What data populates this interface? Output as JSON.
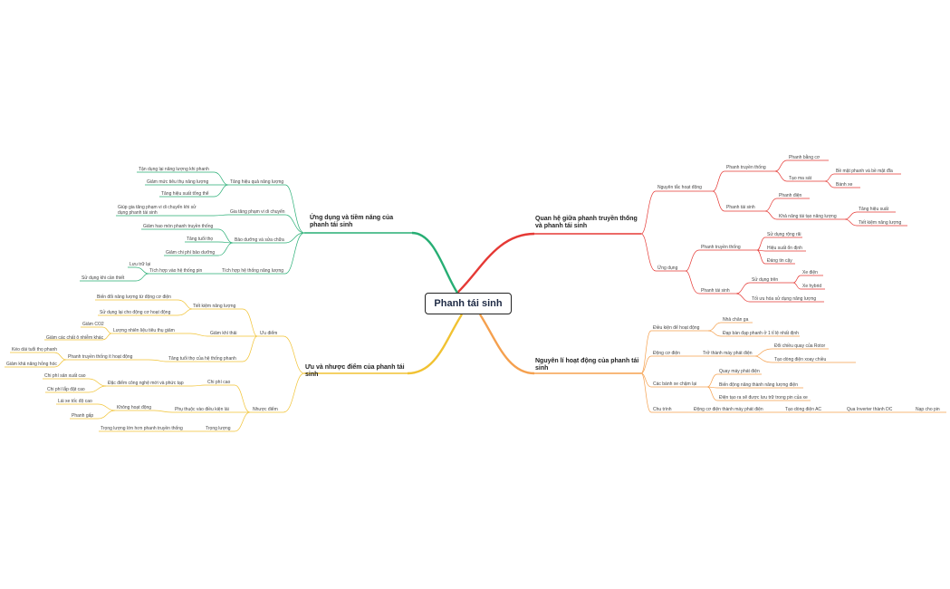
{
  "root": "Phanh tái sinh",
  "colors": {
    "red": "#e53935",
    "orange": "#f5a04e",
    "yellow": "#f1c232",
    "green": "#27ae74"
  },
  "branches": {
    "rel": {
      "title": "Quan hệ giữa phanh truyền thống và phanh tái sinh",
      "principle": "Nguyên tắc hoạt động",
      "trad1": "Phanh truyền thống",
      "pad": "Phanh bằng cơ",
      "friction": "Tạo ma sát",
      "disc": "Bề mặt phanh và bề mặt đĩa",
      "wheel": "Bánh xe",
      "regen1": "Phanh tái sinh",
      "electric": "Phanh điện",
      "genergy": "Khả năng tái tạo năng lượng",
      "eff": "Tăng hiệu suất",
      "save": "Tiết kiệm năng lượng",
      "apply": "Ứng dụng",
      "trad2": "Phanh truyền thống",
      "common": "Sử dụng rộng rãi",
      "stable": "Hiệu suất ổn định",
      "reliable": "Đáng tin cậy",
      "regen2": "Phanh tái sinh",
      "usedin": "Sử dụng trên",
      "ev": "Xe điện",
      "hybrid": "Xe hybrid",
      "opt": "Tối ưu hóa sử dụng năng lượng"
    },
    "prin": {
      "title": "Nguyên lí hoạt động của phanh tái sinh",
      "cond": "Điều kiện để hoạt động",
      "release": "Nhả chân ga",
      "press": "Đạp bàn đạp phanh ở 1 tỉ lệ nhất định",
      "motor": "Động cơ điện",
      "gen": "Trở thành máy phát điện",
      "reverse": "Đổi chiều quay của Rotor",
      "ac": "Tạo dòng điện xoay chiều",
      "slow": "Các bánh xe chậm lại",
      "spin": "Quay máy phát điện",
      "conv": "Biến động năng thành năng lượng điện",
      "storeIt": "Điện tạo ra sẽ được lưu trữ trong pin của xe",
      "cycle": "Chu trình",
      "c1": "Động cơ điện thành máy phát điện",
      "c2": "Tạo dòng điện AC",
      "c3": "Qua Inverter thành DC",
      "c4": "Nạp cho pin"
    },
    "pros": {
      "title": "Ưu và nhược điểm của phanh tái sinh",
      "adv": "Ưu điểm",
      "saveE": "Tiết kiệm năng lượng",
      "a1": "Biến đổi năng lượng từ động cơ điện",
      "a2": "Sử dụng lại cho động cơ hoạt động",
      "emis": "Giảm khí thải",
      "fuel": "Lượng nhiên liệu tiêu thụ giảm",
      "co2": "Giảm CO2",
      "poll": "Giảm các chất ô nhiễm khác",
      "life": "Tăng tuổi thọ của hệ thống phanh",
      "tradact": "Phanh truyền thống ít hoạt động",
      "longer": "Kéo dài tuổi thọ phanh",
      "wear": "Giảm khả năng hỏng hóc",
      "dis": "Nhược điểm",
      "cost": "Chi phí cao",
      "tech": "Đặc điểm công nghệ mới và phức tạp",
      "prod": "Chi phí sản xuất cao",
      "inst": "Chi phí lắp đặt cao",
      "depend": "Phụ thuộc vào điều kiện lái",
      "noop": "Không hoạt động",
      "lowspeed": "Lái xe tốc độ cao",
      "sudden": "Phanh gấp",
      "weight": "Trọng lượng",
      "heavier": "Trọng lượng lớn hơn phanh truyền thống"
    },
    "app": {
      "title": "Ứng dụng và tiềm năng của phanh tái sinh",
      "effic": "Tăng hiệu quả năng lượng",
      "reuse": "Tận dụng lại năng lượng khi phanh",
      "lower": "Giảm mức tiêu thụ năng lượng",
      "total": "Tăng hiệu suất tổng thể",
      "range": "Gia tăng phạm vi di chuyển",
      "rangeTxt": "Giúp gia tăng phạm vi di chuyển khi sử dụng phanh tái sinh",
      "maint": "Bảo dưỡng và sửa chữa",
      "lesswear": "Giảm hao mòn phanh truyền thống",
      "lifeup": "Tăng tuổi thọ",
      "lowcost": "Giảm chi phí bảo dưỡng",
      "integ": "Tích hợp hệ thống năng lượng",
      "batt": "Tích hợp vào hệ thống pin",
      "store": "Lưu trữ lại",
      "usewhen": "Sử dụng khi cần thiết"
    }
  }
}
